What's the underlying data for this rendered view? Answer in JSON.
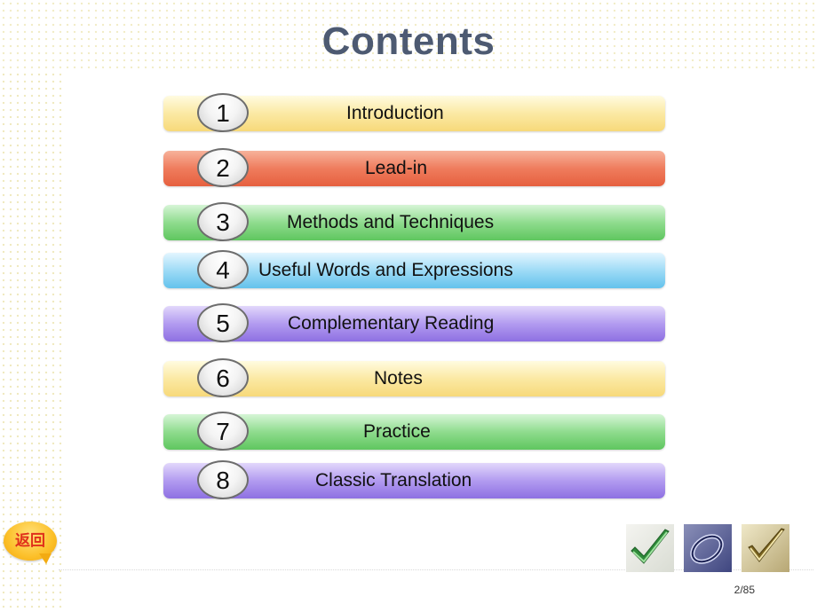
{
  "slide": {
    "title": "Contents",
    "page_number": "2/85"
  },
  "menu": {
    "items": [
      {
        "number": "1",
        "label": "Introduction",
        "color": "#f7d97a"
      },
      {
        "number": "2",
        "label": "Lead-in",
        "color": "#e6603f"
      },
      {
        "number": "3",
        "label": "Methods and Techniques",
        "color": "#5fc65f"
      },
      {
        "number": "4",
        "label": "Useful Words and Expressions",
        "color": "#64c2ec"
      },
      {
        "number": "5",
        "label": "Complementary Reading",
        "color": "#8e70e2"
      },
      {
        "number": "6",
        "label": "Notes",
        "color": "#f7d97a"
      },
      {
        "number": "7",
        "label": "Practice",
        "color": "#5fc65f"
      },
      {
        "number": "8",
        "label": "Classic Translation",
        "color": "#8e70e2"
      }
    ]
  },
  "back_button": {
    "label": "返回",
    "icon": "speech-bubble-icon"
  },
  "decorations": {
    "thumbnails": [
      "green-checkmark-icon",
      "blue-ring-icon",
      "gold-checkmark-icon"
    ]
  }
}
